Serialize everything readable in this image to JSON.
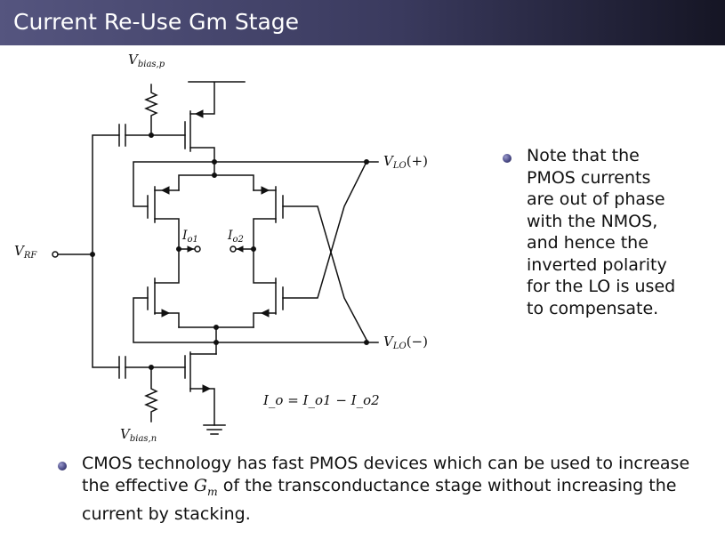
{
  "slide": {
    "title": "Current Re-Use Gm Stage"
  },
  "diagram": {
    "labels": {
      "vbias_p": {
        "main": "V",
        "sub": "bias,p"
      },
      "vbias_n": {
        "main": "V",
        "sub": "bias,n"
      },
      "vrf": {
        "main": "V",
        "sub": "RF"
      },
      "vlo_plus": {
        "main": "V",
        "sub": "LO",
        "suffix": "(+)"
      },
      "vlo_minus": {
        "main": "V",
        "sub": "LO",
        "suffix": "(−)"
      },
      "io1": {
        "main": "I",
        "sub": "o1"
      },
      "io2": {
        "main": "I",
        "sub": "o2"
      },
      "io_equation": "I_o = I_o1 − I_o2"
    }
  },
  "notes": {
    "right_bullet": [
      "Note that the",
      "PMOS currents",
      "are out of phase",
      "with the NMOS,",
      "and hence the",
      "inverted polarity",
      "for the LO is used",
      "to compensate."
    ],
    "bottom_bullet": {
      "before": "CMOS technology has fast PMOS devices which can be used to increase the effective ",
      "gm_main": "G",
      "gm_sub": "m",
      "after": " of the transconductance stage without increasing the current by stacking."
    }
  }
}
